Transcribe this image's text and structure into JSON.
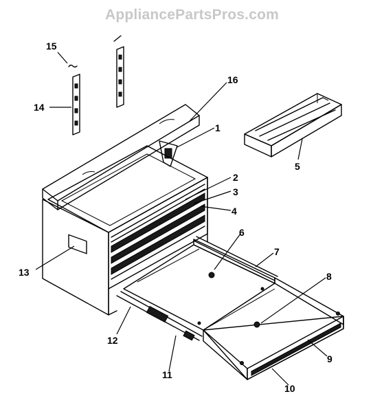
{
  "watermark": "AppliancePartsPros.com",
  "callouts": [
    {
      "id": "1",
      "label": "1"
    },
    {
      "id": "2",
      "label": "2"
    },
    {
      "id": "3",
      "label": "3"
    },
    {
      "id": "4",
      "label": "4"
    },
    {
      "id": "5",
      "label": "5"
    },
    {
      "id": "6",
      "label": "6"
    },
    {
      "id": "7",
      "label": "7"
    },
    {
      "id": "8",
      "label": "8"
    },
    {
      "id": "9",
      "label": "9"
    },
    {
      "id": "10",
      "label": "10"
    },
    {
      "id": "11",
      "label": "11"
    },
    {
      "id": "12",
      "label": "12"
    },
    {
      "id": "13",
      "label": "13"
    },
    {
      "id": "14",
      "label": "14"
    },
    {
      "id": "15",
      "label": "15"
    },
    {
      "id": "16",
      "label": "16"
    }
  ]
}
